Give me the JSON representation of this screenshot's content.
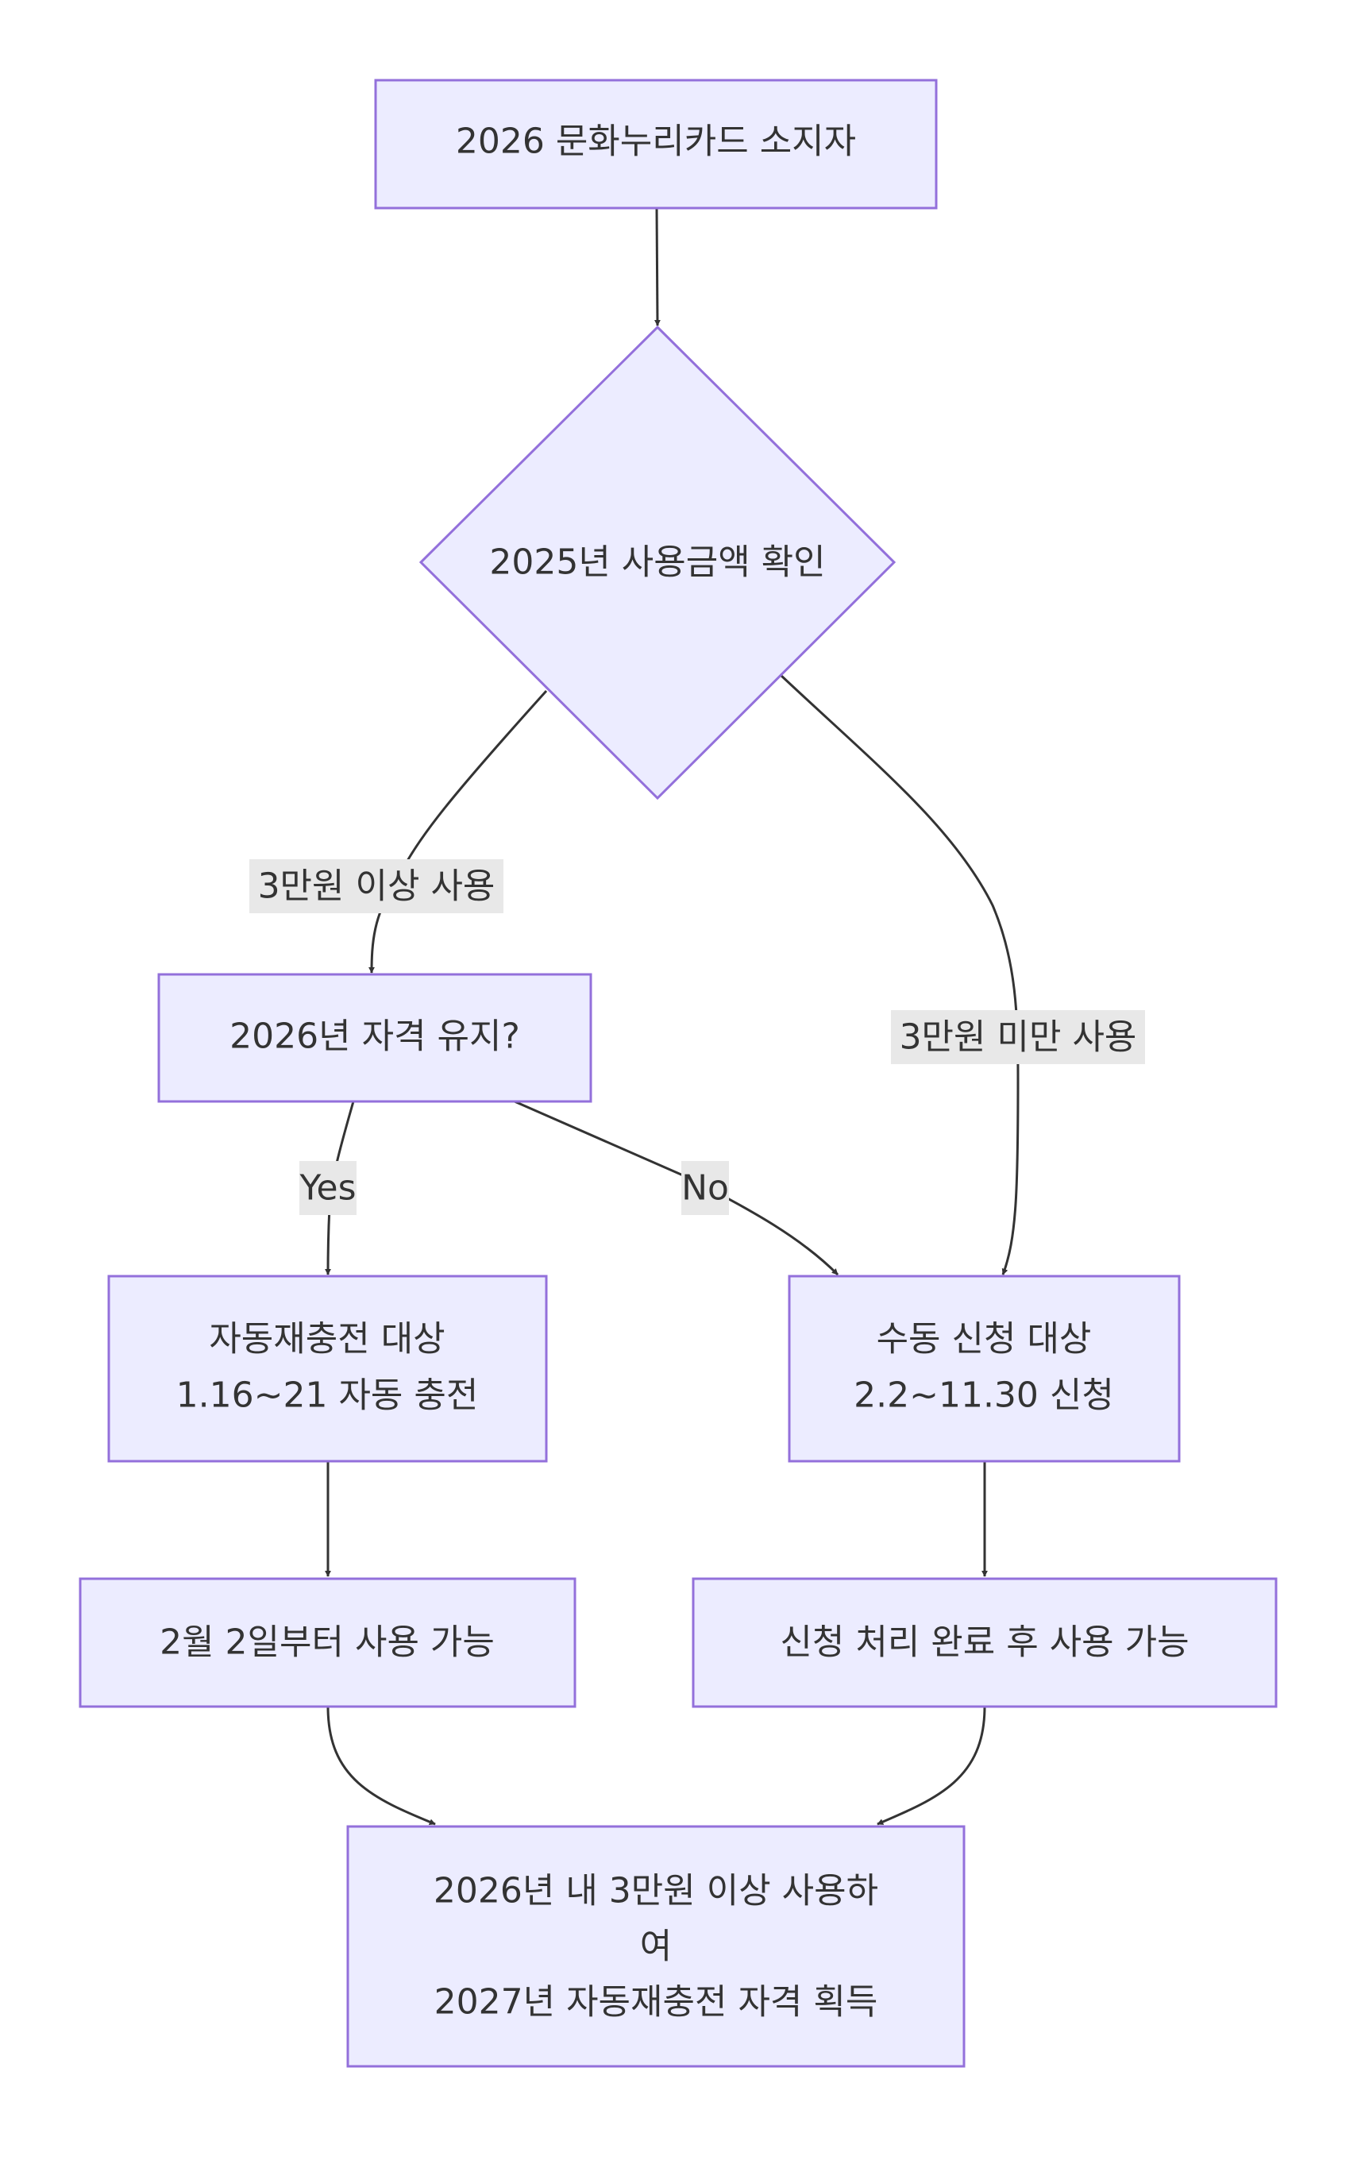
{
  "diagram": {
    "nodes": {
      "start": {
        "lines": [
          "2026 문화누리카드 소지자"
        ]
      },
      "check": {
        "lines": [
          "2025년 사용금액 확인"
        ]
      },
      "retain": {
        "lines": [
          "2026년 자격 유지?"
        ]
      },
      "auto": {
        "lines": [
          "자동재충전 대상",
          "1.16~21 자동 충전"
        ]
      },
      "manual": {
        "lines": [
          "수동 신청 대상",
          "2.2~11.30 신청"
        ]
      },
      "auto_use": {
        "lines": [
          "2월 2일부터 사용 가능"
        ]
      },
      "manual_use": {
        "lines": [
          "신청 처리 완료 후 사용 가능"
        ]
      },
      "end": {
        "lines": [
          "2026년 내 3만원 이상 사용하",
          "여",
          "2027년 자동재충전 자격 획득"
        ]
      }
    },
    "edges": {
      "over_30k": "3만원 이상 사용",
      "under_30k": "3만원 미만 사용",
      "yes": "Yes",
      "no": "No"
    },
    "colors": {
      "node_fill": "#ECECFF",
      "node_stroke": "#9370DB",
      "edge": "#333333",
      "label_bg": "#E8E8E8",
      "text": "#333333"
    }
  }
}
